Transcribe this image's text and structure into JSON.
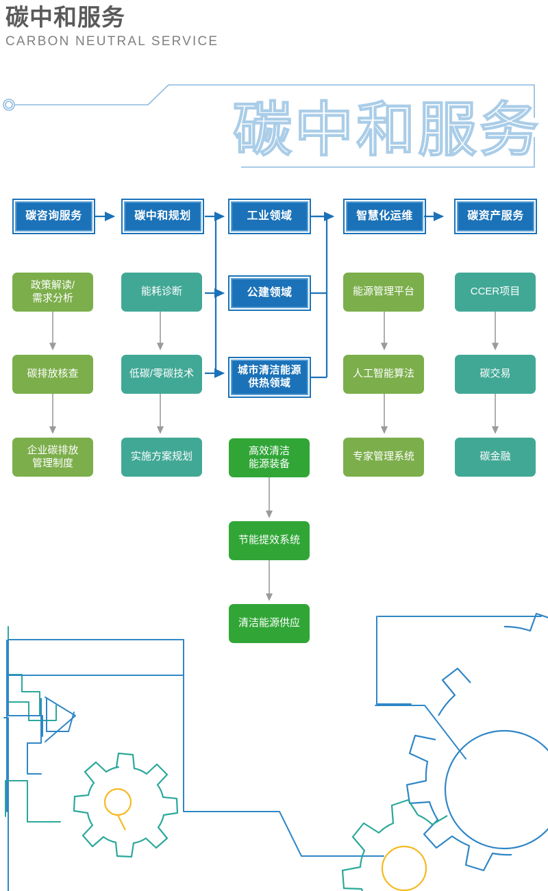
{
  "header": {
    "title_cn": "碳中和服务",
    "title_en": "CARBON NEUTRAL SERVICE",
    "watermark": "碳中和服务"
  },
  "colors": {
    "blue": "#1b72b8",
    "blue_inner": "#5b9fd4",
    "olive": "#7cae4b",
    "teal": "#42a896",
    "green": "#31a637",
    "line_blue": "#8bb9de",
    "deco_blue": "#1b72b8",
    "deco_teal": "#2aa89a",
    "deco_orange": "#f5b921",
    "arrow_gray": "#9a9a9a",
    "title_gray": "#5a5a5a",
    "subtitle_gray": "#808080"
  },
  "flow": {
    "columns": [
      {
        "key": "carbon-consulting",
        "head": "碳咨询服务",
        "head_style": "blue",
        "items": [
          {
            "label": "政策解读/\n需求分析",
            "style": "olive"
          },
          {
            "label": "碳排放核查",
            "style": "olive"
          },
          {
            "label": "企业碳排放\n管理制度",
            "style": "olive"
          }
        ]
      },
      {
        "key": "carbon-neutral-planning",
        "head": "碳中和规划",
        "head_style": "blue",
        "items": [
          {
            "label": "能耗诊断",
            "style": "teal"
          },
          {
            "label": "低碳/零碳技术",
            "style": "teal"
          },
          {
            "label": "实施方案规划",
            "style": "teal"
          }
        ]
      },
      {
        "key": "domains",
        "head": "工业领域",
        "head_style": "blue",
        "sub_heads": [
          {
            "label": "公建领域",
            "style": "blue"
          },
          {
            "label": "城市清洁能源\n供热领域",
            "style": "blue"
          }
        ],
        "items": [
          {
            "label": "高效清洁\n能源装备",
            "style": "green"
          },
          {
            "label": "节能提效系统",
            "style": "green"
          },
          {
            "label": "清洁能源供应",
            "style": "green"
          }
        ]
      },
      {
        "key": "smart-om",
        "head": "智慧化运维",
        "head_style": "blue",
        "items": [
          {
            "label": "能源管理平台",
            "style": "olive"
          },
          {
            "label": "人工智能算法",
            "style": "olive"
          },
          {
            "label": "专家管理系统",
            "style": "olive"
          }
        ]
      },
      {
        "key": "carbon-asset",
        "head": "碳资产服务",
        "head_style": "blue",
        "items": [
          {
            "label": "CCER项目",
            "style": "teal"
          },
          {
            "label": "碳交易",
            "style": "teal"
          },
          {
            "label": "碳金融",
            "style": "teal"
          }
        ]
      }
    ]
  }
}
